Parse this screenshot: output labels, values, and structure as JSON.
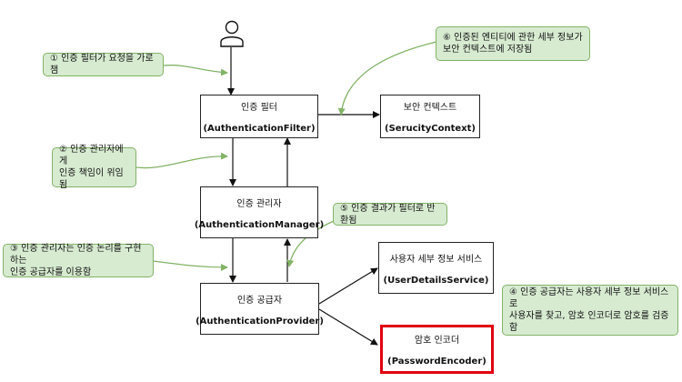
{
  "actor": {
    "icon": "user-icon"
  },
  "boxes": {
    "auth_filter": {
      "title": "인증 필터",
      "name": "(AuthenticationFilter)"
    },
    "security_context": {
      "title": "보안 컨텍스트",
      "name": "(SerucityContext)"
    },
    "auth_manager": {
      "title": "인증 관리자",
      "name": "(AuthenticationManager)"
    },
    "auth_provider": {
      "title": "인증 공급자",
      "name": "(AuthenticationProvider)"
    },
    "user_details_service": {
      "title": "사용자 세부 정보 서비스",
      "name": "(UserDetailsService)"
    },
    "password_encoder": {
      "title": "암호 인코더",
      "name": "(PasswordEncoder)"
    }
  },
  "notes": {
    "n1": "① 인증 필터가 요청을 가로챔",
    "n2": "② 인증 관리자에게\n인증 책임이 위임됨",
    "n3": "③ 인증 관리자는 인증 논리를 구현하는\n인증 공급자를 이용함",
    "n4": "④ 인증 공급자는 사용자 세부 정보 서비스로\n사용자를 찾고, 암호 인코더로 암호를 검증함",
    "n5": "⑤ 인증 결과가 필터로 반환됨",
    "n6": "⑥ 인증된 엔티티에 관한 세부 정보가\n보안 컨텍스트에 저장됨"
  },
  "colors": {
    "note_fill": "#d7ebd1",
    "note_border": "#82b366",
    "highlight": "#e0000f",
    "line": "#111111"
  }
}
